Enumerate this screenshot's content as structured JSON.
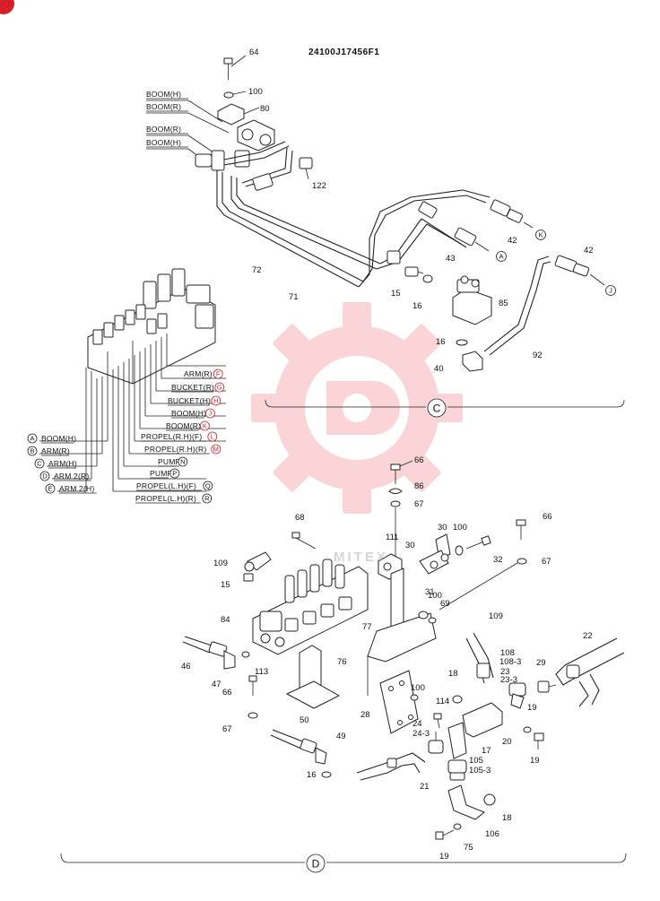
{
  "drawing_code": "24100J17456F1",
  "brand_watermark": "MITEX",
  "section_letters": [
    "C",
    "D"
  ],
  "upper_ports": [
    {
      "label": "BOOM(H)"
    },
    {
      "label": "BOOM(R)"
    },
    {
      "label": "BOOM(R)"
    },
    {
      "label": "BOOM(H)"
    }
  ],
  "legend_right": [
    {
      "label": "ARM(R)",
      "tag": "F"
    },
    {
      "label": "BUCKET(R)",
      "tag": "G"
    },
    {
      "label": "BUCKET(H)",
      "tag": "H"
    },
    {
      "label": "BOOM(H)",
      "tag": "J"
    },
    {
      "label": "BOOM(R)",
      "tag": "K"
    },
    {
      "label": "PROPEL(R.H)(F)",
      "tag": "L"
    },
    {
      "label": "PROPEL(R.H)(R)",
      "tag": "M"
    },
    {
      "label": "PUMP",
      "tag": "N"
    },
    {
      "label": "PUMP",
      "tag": "P"
    },
    {
      "label": "PROPEL(L.H)(F)",
      "tag": "Q"
    },
    {
      "label": "PROPEL(L.H)(R)",
      "tag": "R"
    }
  ],
  "legend_left": [
    {
      "label": "BOOM(H)",
      "tag": "A"
    },
    {
      "label": "ARM(R)",
      "tag": "B"
    },
    {
      "label": "ARM(H)",
      "tag": "C"
    },
    {
      "label": "ARM 2(R)",
      "tag": "D"
    },
    {
      "label": "ARM 2(H)",
      "tag": "E"
    }
  ],
  "connector_tags": [
    "K",
    "A",
    "J"
  ],
  "part_numbers_upper": [
    "64",
    "100",
    "80",
    "122",
    "42",
    "43",
    "42",
    "72",
    "71",
    "15",
    "16",
    "85",
    "16",
    "40",
    "92"
  ],
  "part_numbers_lower": [
    "66",
    "86",
    "67",
    "68",
    "111",
    "30",
    "100",
    "66",
    "32",
    "67",
    "30",
    "31",
    "109",
    "15",
    "100",
    "69",
    "109",
    "84",
    "77",
    "22",
    "108",
    "108-3",
    "23",
    "23-3",
    "29",
    "46",
    "113",
    "76",
    "18",
    "47",
    "66",
    "100",
    "114",
    "28",
    "24",
    "24-3",
    "67",
    "50",
    "49",
    "17",
    "20",
    "19",
    "105",
    "105-3",
    "16",
    "21",
    "18",
    "106",
    "19",
    "75",
    "19"
  ]
}
